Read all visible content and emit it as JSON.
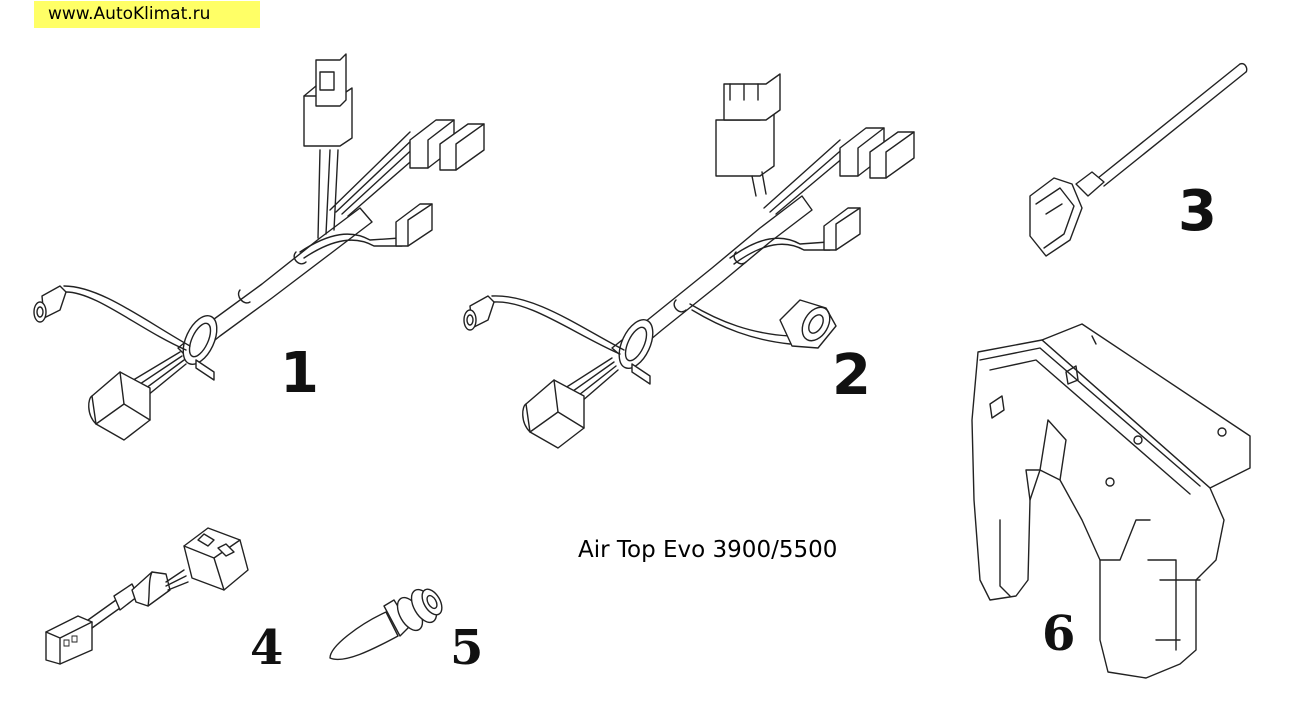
{
  "watermark": "www.AutoKlimat.ru",
  "caption": "Air Top Evo 3900/5500",
  "parts": [
    {
      "number": "1",
      "icon": "wiring-harness-icon"
    },
    {
      "number": "2",
      "icon": "wiring-harness-icon"
    },
    {
      "number": "3",
      "icon": "sensor-cable-icon"
    },
    {
      "number": "4",
      "icon": "adapter-cable-icon"
    },
    {
      "number": "5",
      "icon": "grommet-plug-icon"
    },
    {
      "number": "6",
      "icon": "heater-bracket-icon"
    }
  ]
}
